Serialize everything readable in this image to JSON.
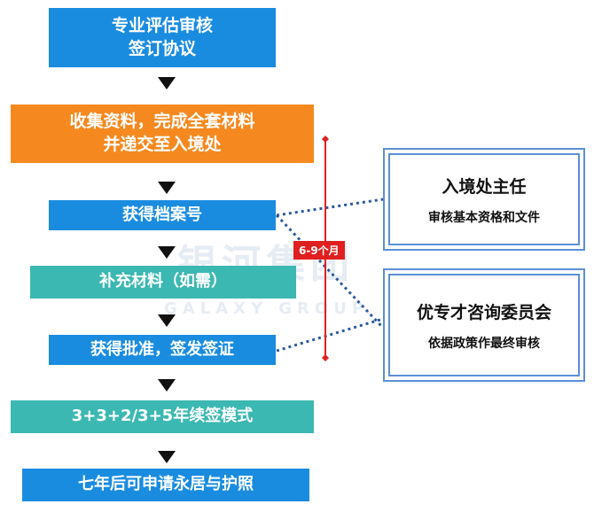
{
  "flow": {
    "step1": {
      "line1": "专业评估审核",
      "line2": "签订协议",
      "color": "#1a8ce0"
    },
    "step2": {
      "line1": "收集资料，完成全套材料",
      "line2": "并递交至入境处",
      "color": "#f5891f"
    },
    "step3": {
      "label": "获得档案号",
      "color": "#1a8ce0"
    },
    "step4": {
      "label": "补充材料（如需）",
      "color": "#3cb8b2"
    },
    "step5": {
      "label": "获得批准，签发签证",
      "color": "#1a8ce0"
    },
    "step6": {
      "label": "3+3+2/3+5年续签模式",
      "color": "#3cb8b2"
    },
    "step7": {
      "label": "七年后可申请永居与护照",
      "color": "#1a8ce0"
    }
  },
  "timeline": {
    "label": "6-9个月",
    "color": "#e02020"
  },
  "side_boxes": {
    "immigration": {
      "title": "入境处主任",
      "subtitle": "审核基本资格和文件"
    },
    "committee": {
      "title": "优专才咨询委员会",
      "subtitle": "依据政策作最终审核"
    }
  },
  "watermark": {
    "logo_text": "银河集团",
    "en_text": "GALAXY GROUP"
  }
}
